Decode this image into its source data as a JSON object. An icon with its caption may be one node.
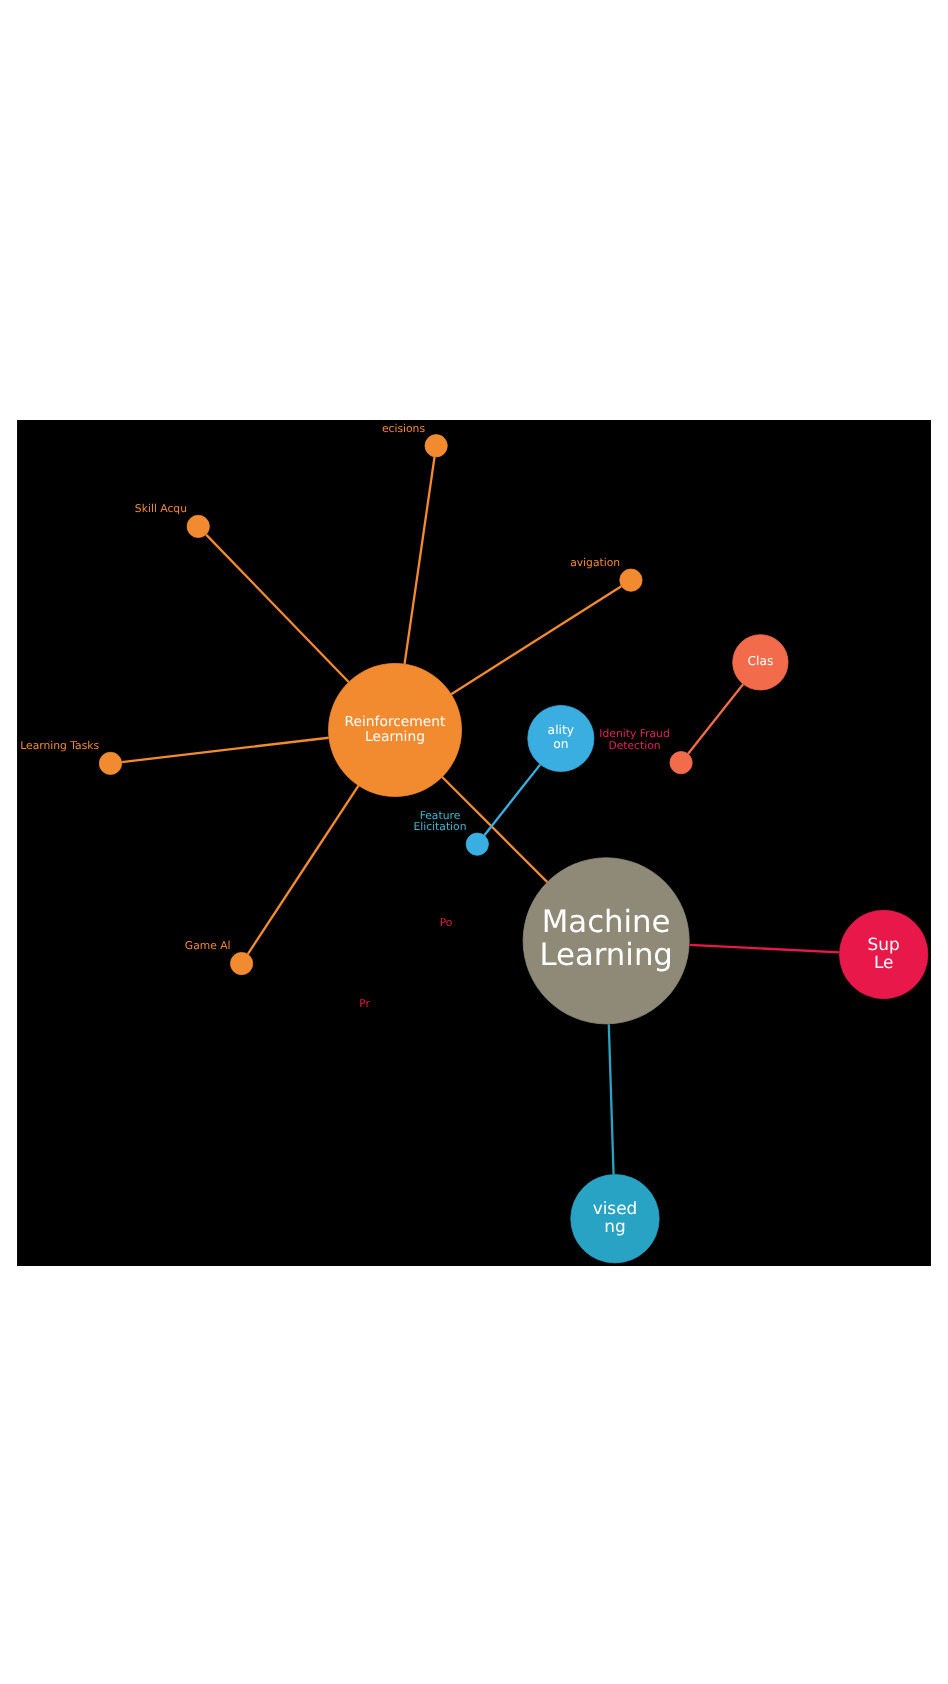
{
  "diagram": {
    "nodes": [
      {
        "text": [
          "Machine Learning"
        ]
      },
      {
        "text": [
          "vised ng"
        ]
      },
      {
        "text": [
          "ality on"
        ]
      },
      {
        "text": [],
        "shape": "circle",
        "beside": [
          "Feature Elicitation"
        ]
      },
      {
        "text": [
          "Sup Le"
        ]
      },
      {
        "text": [
          "Clas"
        ]
      },
      {
        "text": [],
        "shape": "circle",
        "beside": [
          "Idenity Fraud Detection"
        ]
      },
      {
        "text": [
          "Reinforcement Learning"
        ]
      },
      {
        "text": [],
        "shape": "circle",
        "beside": [
          "ecisions"
        ]
      },
      {
        "text": [],
        "shape": "circle",
        "beside": [
          "Game Al"
        ]
      },
      {
        "text": [],
        "shape": "circle",
        "beside": [
          "avigation"
        ]
      },
      {
        "text": [],
        "shape": "circle",
        "beside": [
          "Skill Acqu"
        ]
      },
      {
        "text": [],
        "shape": "circle",
        "beside": [
          "Learning Tasks"
        ]
      }
    ],
    "edges": [
      {
        "from": 0,
        "to": 1,
        "arrow": "none",
        "color": "#29a3c4"
      },
      {
        "from": 0,
        "to": 4,
        "arrow": "none",
        "color": "#e8194a"
      },
      {
        "from": 0,
        "to": 7,
        "arrow": "none"
      },
      {
        "from": 2,
        "to": 3,
        "arrow": "none",
        "color": "#3aaee0"
      },
      {
        "from": 6,
        "to": 5,
        "arrow": "none",
        "color": "#f26b4a"
      },
      {
        "from": 7,
        "to": 8,
        "arrow": "none"
      },
      {
        "from": 7,
        "to": 9,
        "arrow": "none"
      },
      {
        "from": 7,
        "to": 10,
        "arrow": "none"
      },
      {
        "from": 7,
        "to": 11,
        "arrow": "none"
      },
      {
        "from": 7,
        "to": 12,
        "arrow": "none"
      }
    ],
    "labels": [
      "Po",
      "Pr"
    ]
  }
}
